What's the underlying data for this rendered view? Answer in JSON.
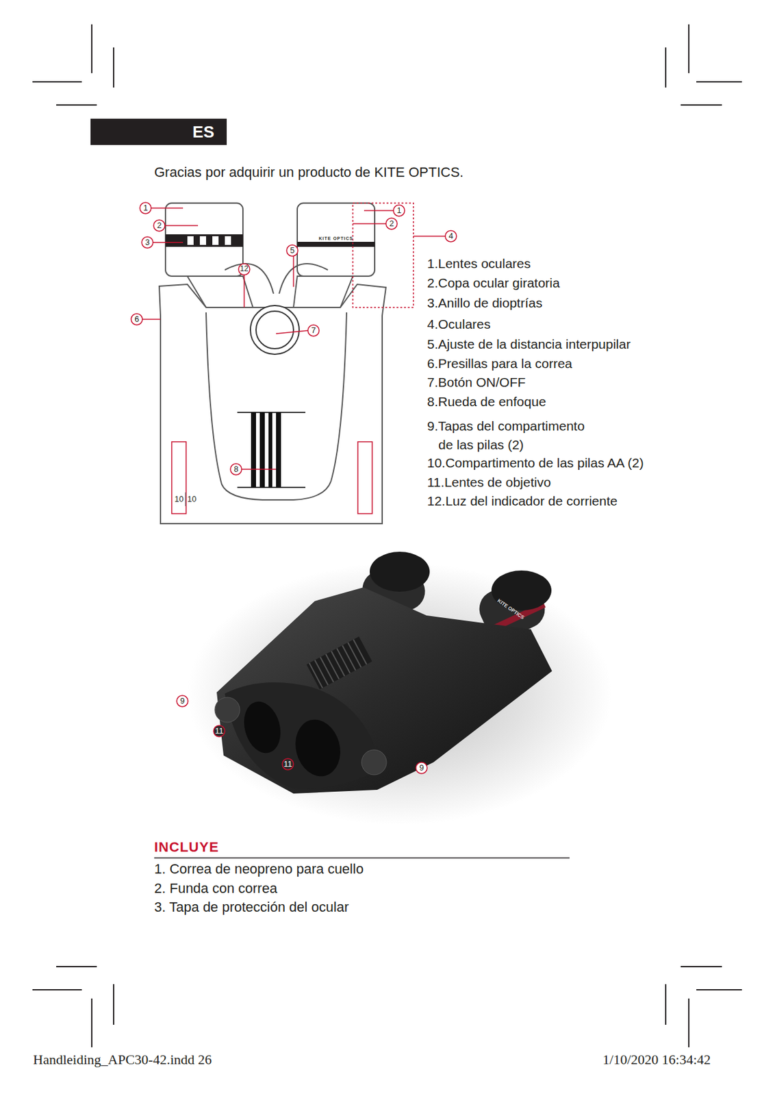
{
  "diagram": {
    "nodes": [
      {
        "text": [
          "ES"
        ]
      }
    ],
    "labels": [
      "Gracias por adquirir un producto de KITE OPTICS.",
      "1",
      "2",
      "3",
      "1",
      "2",
      "4",
      "5",
      "12",
      "6",
      "7",
      "8",
      "10",
      "10",
      "KITE OPTICS",
      "1.Lentes oculares",
      "2.Copa ocular giratoria",
      "3.Anillo de dioptrías",
      "4.Oculares",
      "5.Ajuste de la distancia interpupilar",
      "6.Presillas para la correa",
      "7.Botón ON/OFF",
      "8.Rueda de enfoque",
      "9.Tapas del compartimento de las pilas (2)",
      "10.Compartimento de las pilas AA (2)",
      "11.Lentes de objetivo",
      "12.Luz del indicador de corriente",
      "9",
      "11",
      "11",
      "9",
      "KITE OPTICS",
      "INCLUYE",
      "1. Correa de neopreno para cuello",
      "2. Funda con correa",
      "3. Tapa de protección del ocular",
      "Handleiding_APC30-42.indd   26",
      "1/10/2020   16:34:42"
    ]
  }
}
